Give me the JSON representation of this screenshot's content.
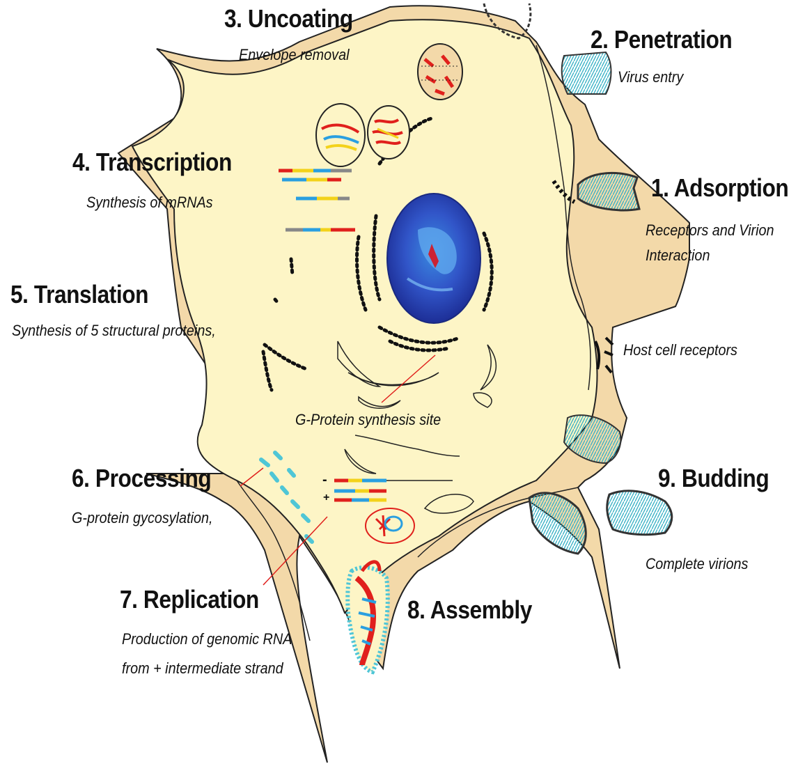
{
  "stages": {
    "uncoating": {
      "title": "3. Uncoating",
      "sub": "Envelope removal"
    },
    "penetration": {
      "title": "2. Penetration",
      "sub": "Virus entry"
    },
    "transcription": {
      "title": "4. Transcription",
      "sub": "Synthesis of mRNAs"
    },
    "adsorption": {
      "title": "1. Adsorption",
      "sub1": "Receptors and Virion",
      "sub2": "Interaction"
    },
    "translation": {
      "title": "5. Translation",
      "sub": "Synthesis of 5 structural proteins,"
    },
    "processing": {
      "title": "6. Processing",
      "sub": "G-protein gycosylation,"
    },
    "budding": {
      "title": "9. Budding",
      "sub": "Complete virions"
    },
    "replication": {
      "title": "7. Replication",
      "sub1": "Production of genomic RNA",
      "sub2": "from + intermediate strand"
    },
    "assembly": {
      "title": "8. Assembly"
    }
  },
  "annotations": {
    "host_receptors": "Host cell receptors",
    "g_protein_site": "G-Protein synthesis site",
    "minus_sign": "-",
    "plus_sign": "+"
  },
  "colors": {
    "cytoplasm": "#fdf5c8",
    "membrane": "#f2d8a8",
    "nucleus": "#2b3fa8",
    "virion_spike": "#4fc6d6",
    "rna_red": "#e0201c",
    "rna_blue": "#2a9fe0",
    "rna_yellow": "#f3d21a"
  }
}
